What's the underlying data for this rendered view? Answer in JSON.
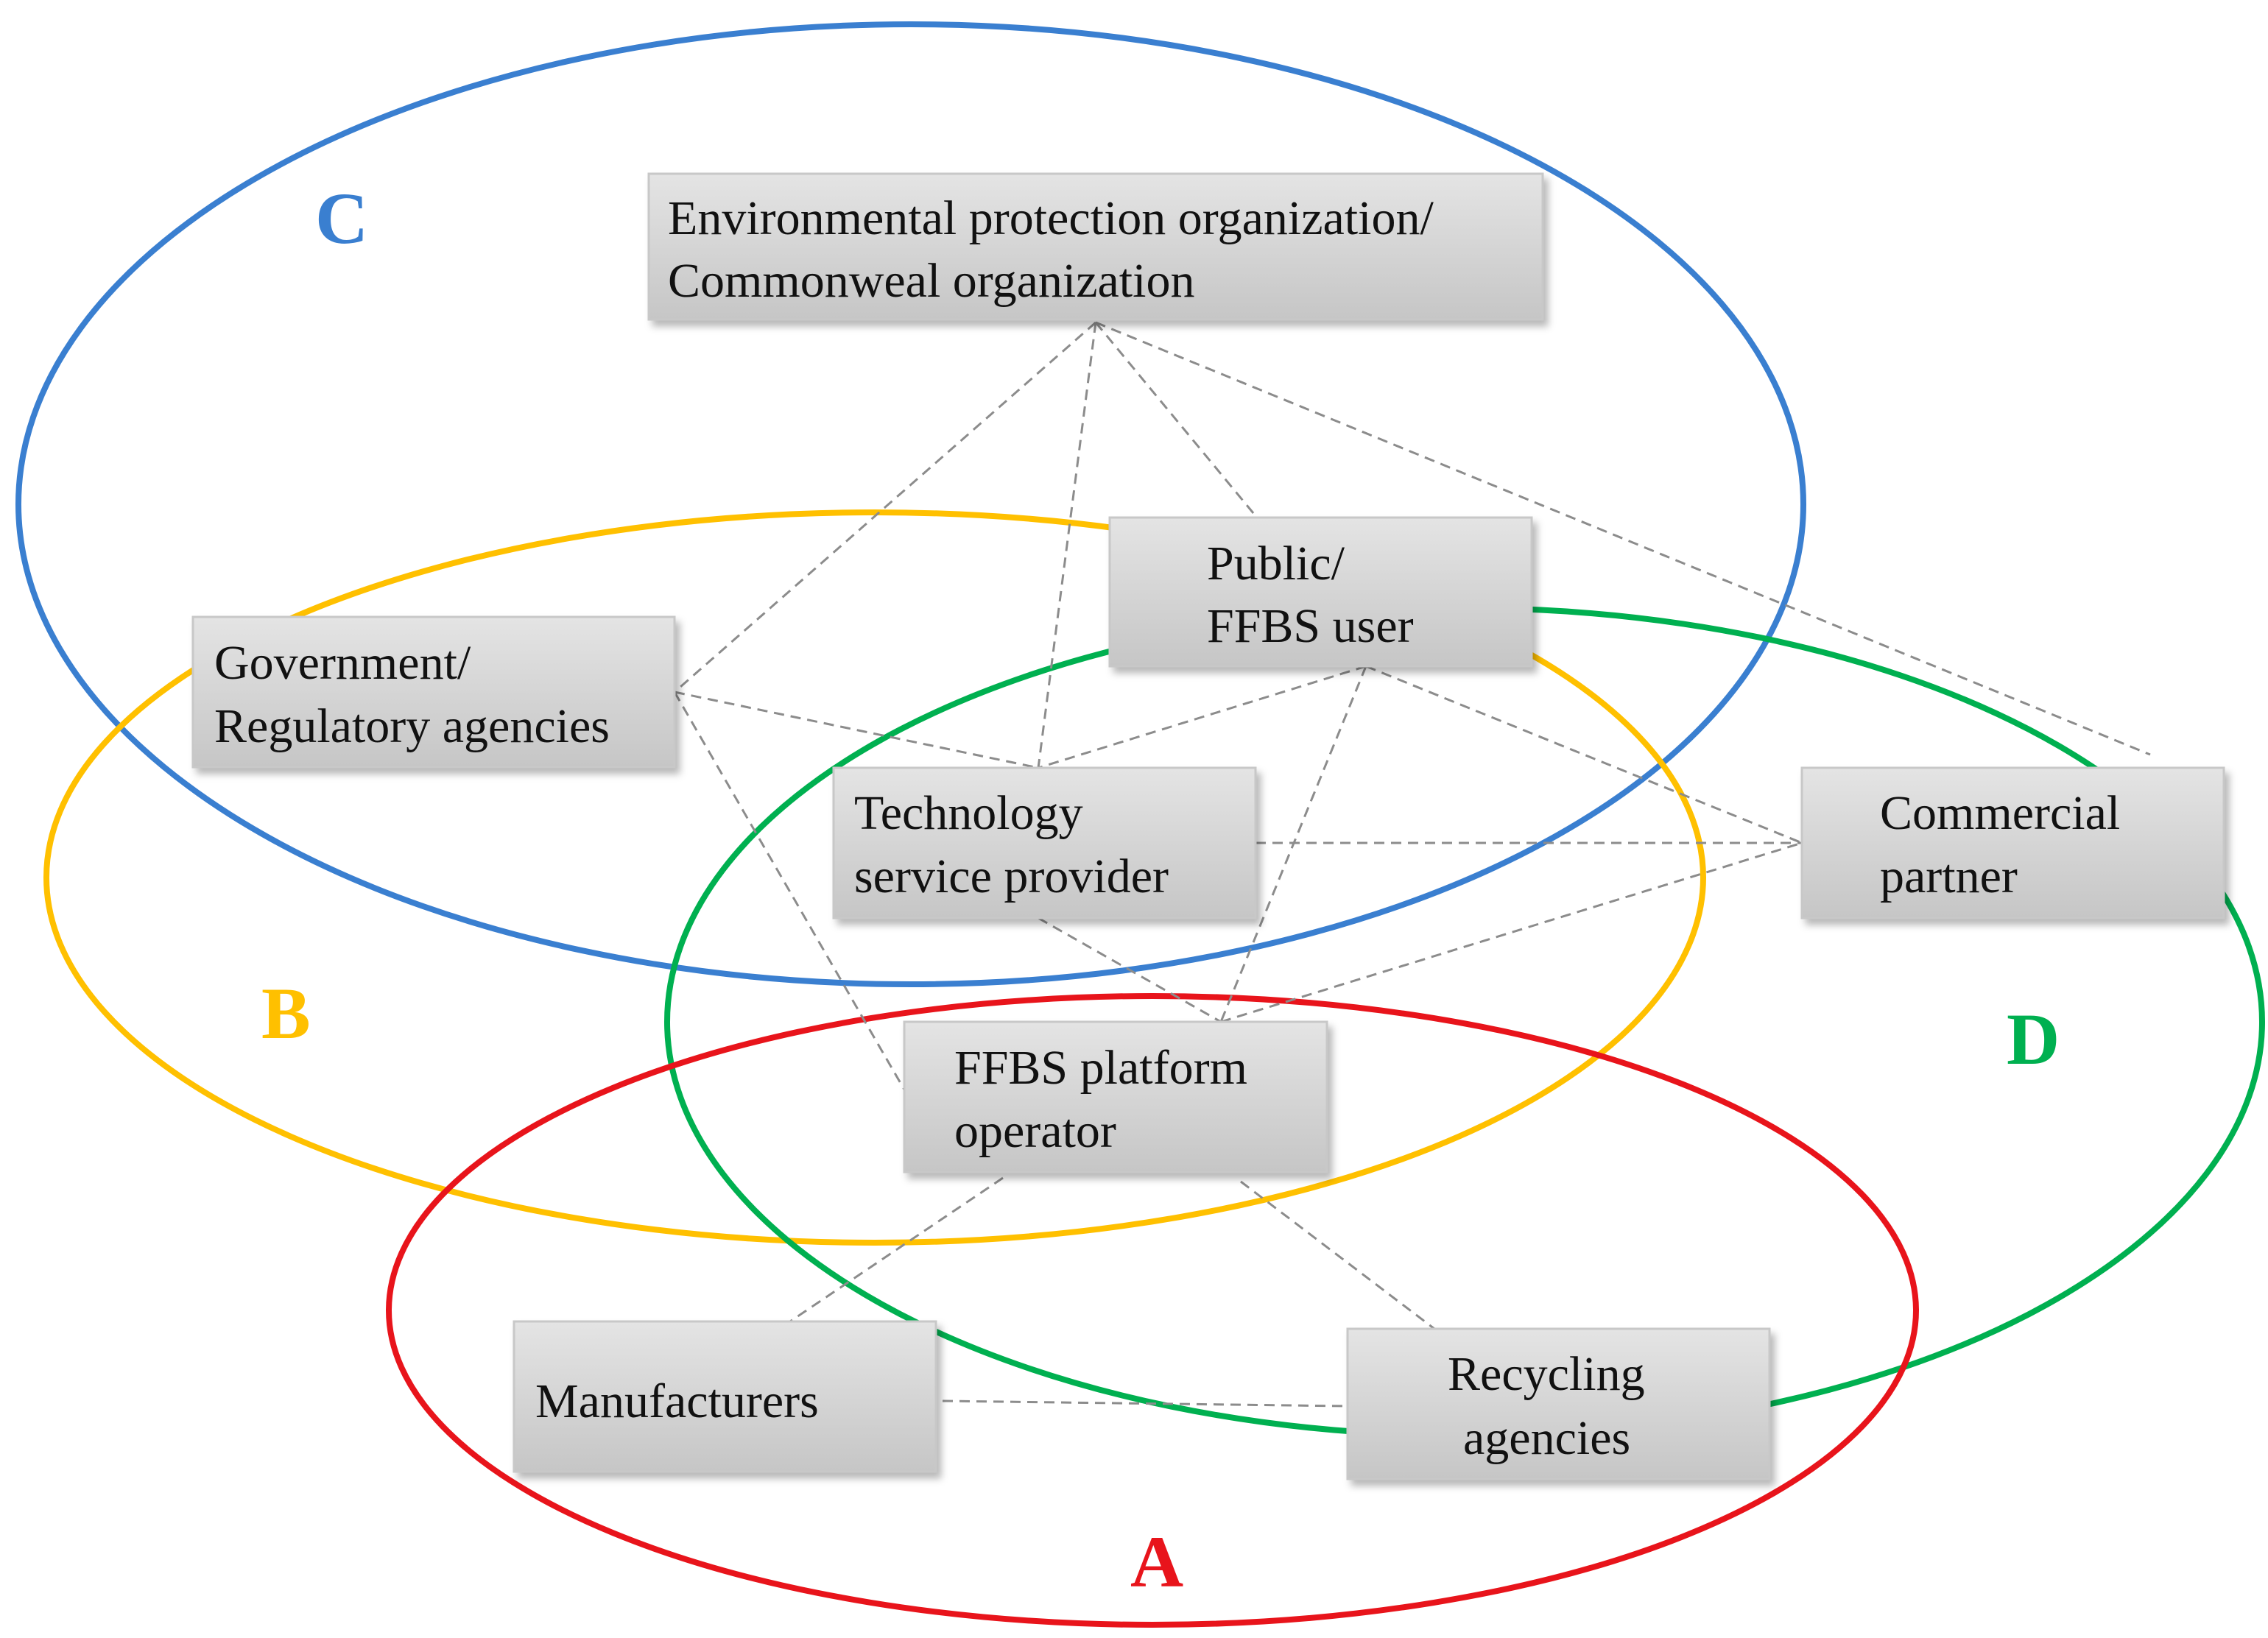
{
  "colors": {
    "group_a": "#e8141b",
    "group_b": "#ffc000",
    "group_c": "#3a7fd0",
    "group_d": "#00b050",
    "box_fill_top": "#e4e4e4",
    "box_fill_bottom": "#c6c6c6"
  },
  "groups": {
    "a": {
      "label": "A"
    },
    "b": {
      "label": "B"
    },
    "c": {
      "label": "C"
    },
    "d": {
      "label": "D"
    }
  },
  "nodes": {
    "environmental": {
      "lines": [
        "Environmental protection organization/",
        "Commonweal organization"
      ]
    },
    "public": {
      "lines": [
        "Public/",
        "FFBS user"
      ]
    },
    "government": {
      "lines": [
        "Government/",
        "Regulatory agencies"
      ]
    },
    "technology": {
      "lines": [
        "Technology",
        "service provider"
      ]
    },
    "commercial": {
      "lines": [
        "Commercial",
        "partner"
      ]
    },
    "platform": {
      "lines": [
        "FFBS platform",
        "operator"
      ]
    },
    "manufacturers": {
      "lines": [
        "Manufacturers"
      ]
    },
    "recycling": {
      "lines": [
        "Recycling",
        "agencies"
      ]
    }
  },
  "relations": [
    [
      "environmental",
      "government"
    ],
    [
      "environmental",
      "technology"
    ],
    [
      "environmental",
      "public"
    ],
    [
      "environmental",
      "commercial"
    ],
    [
      "government",
      "technology"
    ],
    [
      "government",
      "platform"
    ],
    [
      "public",
      "technology"
    ],
    [
      "public",
      "platform"
    ],
    [
      "public",
      "commercial"
    ],
    [
      "technology",
      "commercial"
    ],
    [
      "technology",
      "platform"
    ],
    [
      "platform",
      "commercial"
    ],
    [
      "platform",
      "manufacturers"
    ],
    [
      "platform",
      "recycling"
    ],
    [
      "manufacturers",
      "recycling"
    ]
  ]
}
